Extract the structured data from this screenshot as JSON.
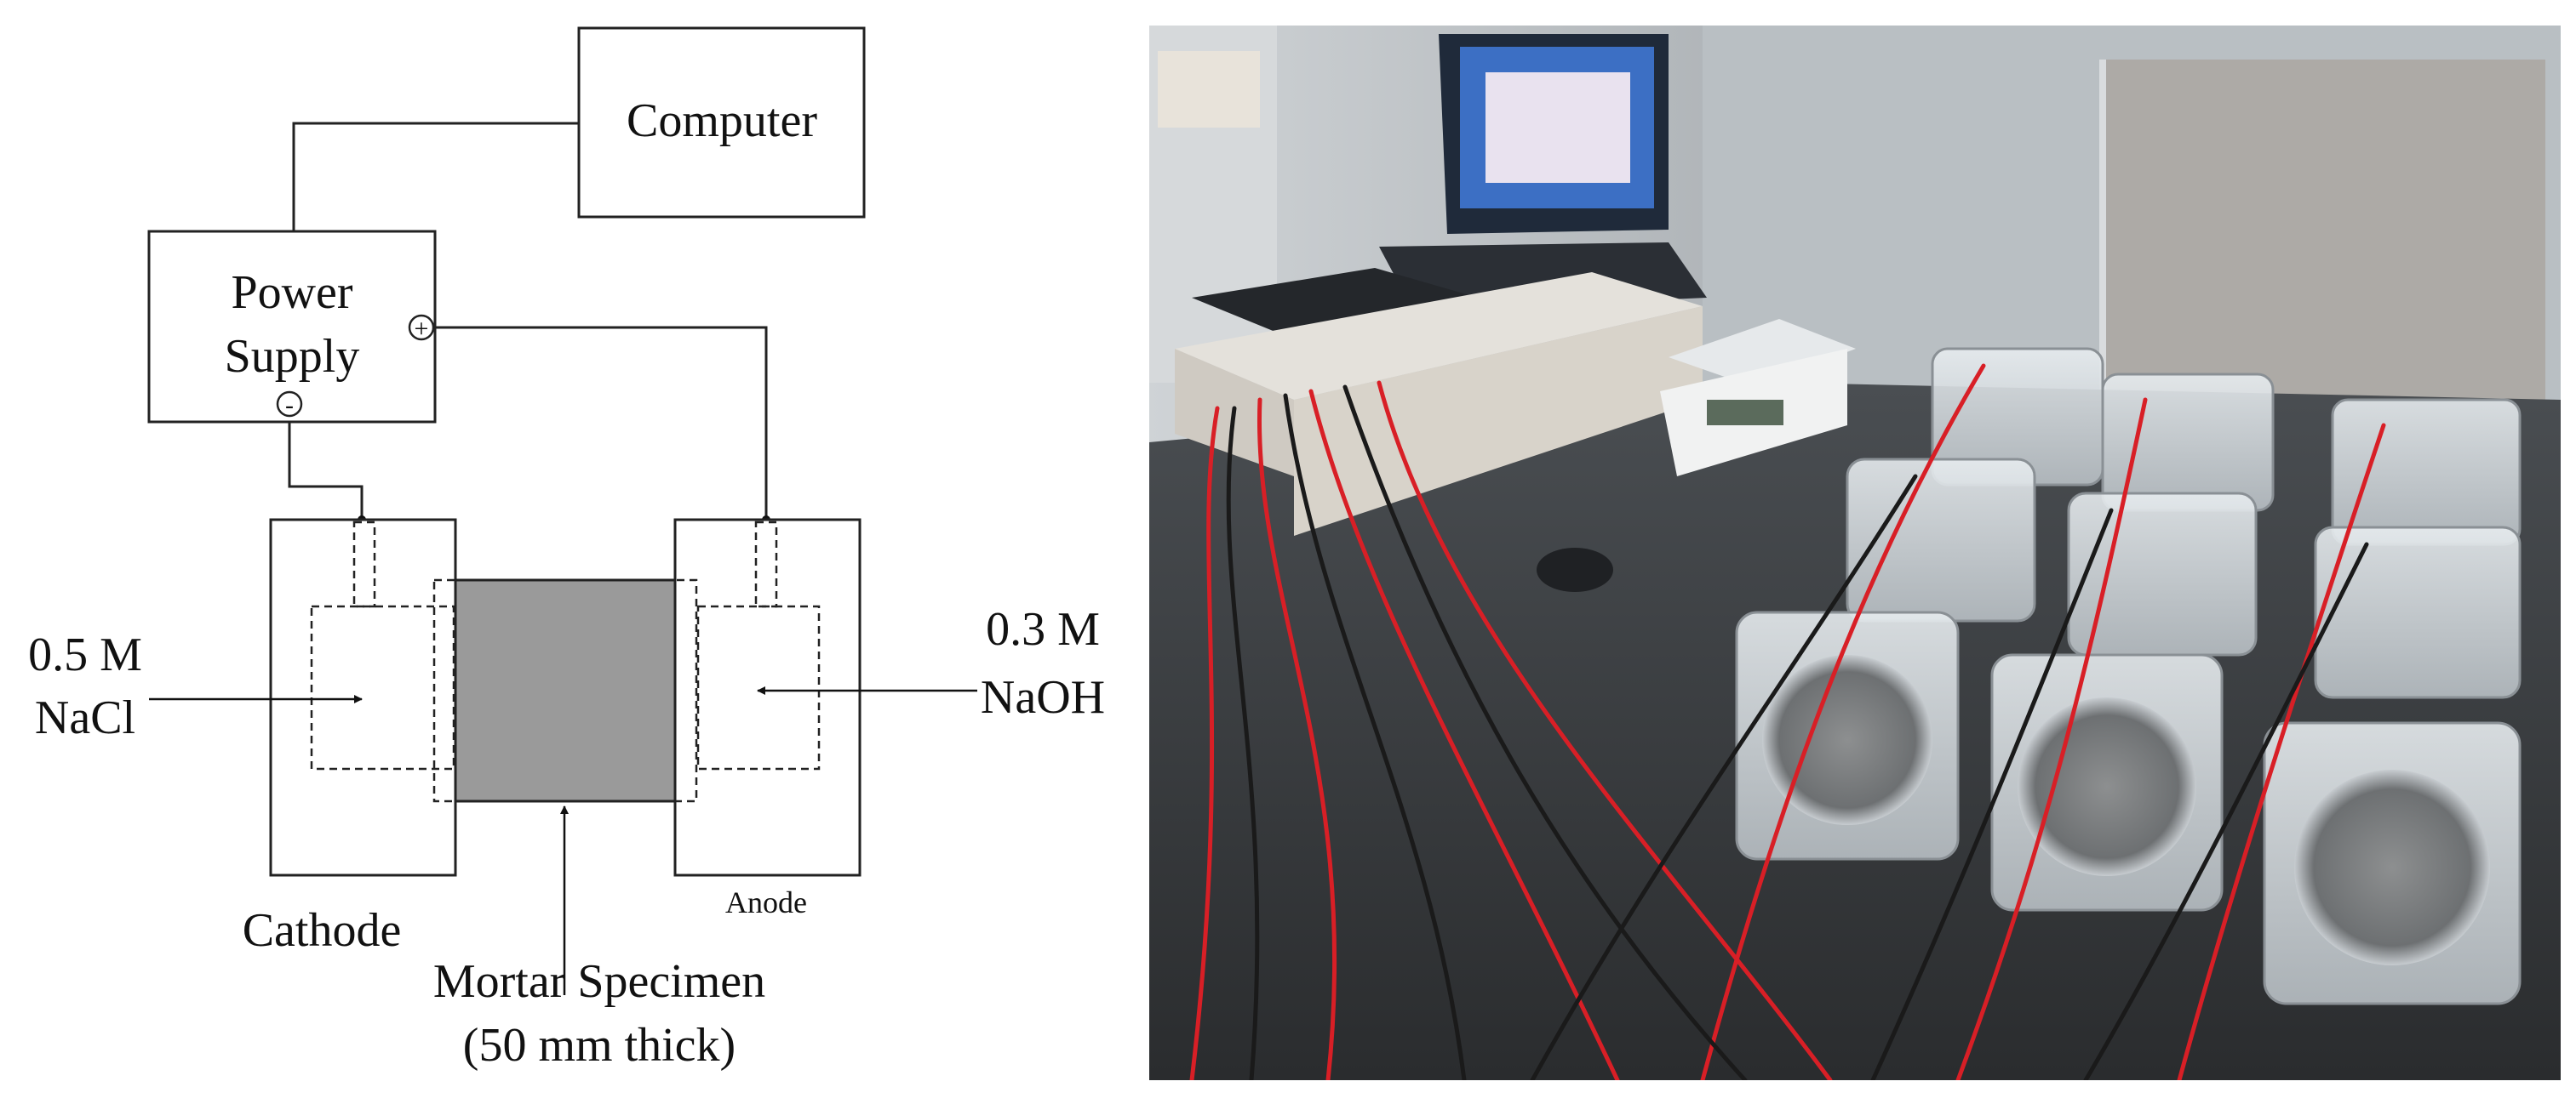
{
  "diagram": {
    "computer_label": "Computer",
    "power_supply_label_line1": "Power",
    "power_supply_label_line2": "Supply",
    "plus_terminal": "+",
    "minus_terminal": "-",
    "cathode_solution_line1": "0.5 M",
    "cathode_solution_line2": "NaCl",
    "anode_solution_line1": "0.3 M",
    "anode_solution_line2": "NaOH",
    "cathode_label": "Cathode",
    "anode_label": "Anode",
    "specimen_label_line1": "Mortar Specimen",
    "specimen_label_line2": "(50 mm thick)"
  },
  "photo": {
    "description_icon": "lab-setup-photo"
  },
  "colors": {
    "line": "#222222",
    "specimen_fill": "#9a9a9a",
    "wire_red": "#d81f26",
    "wire_black": "#1a1a1a",
    "bench": "#3a3d40"
  }
}
